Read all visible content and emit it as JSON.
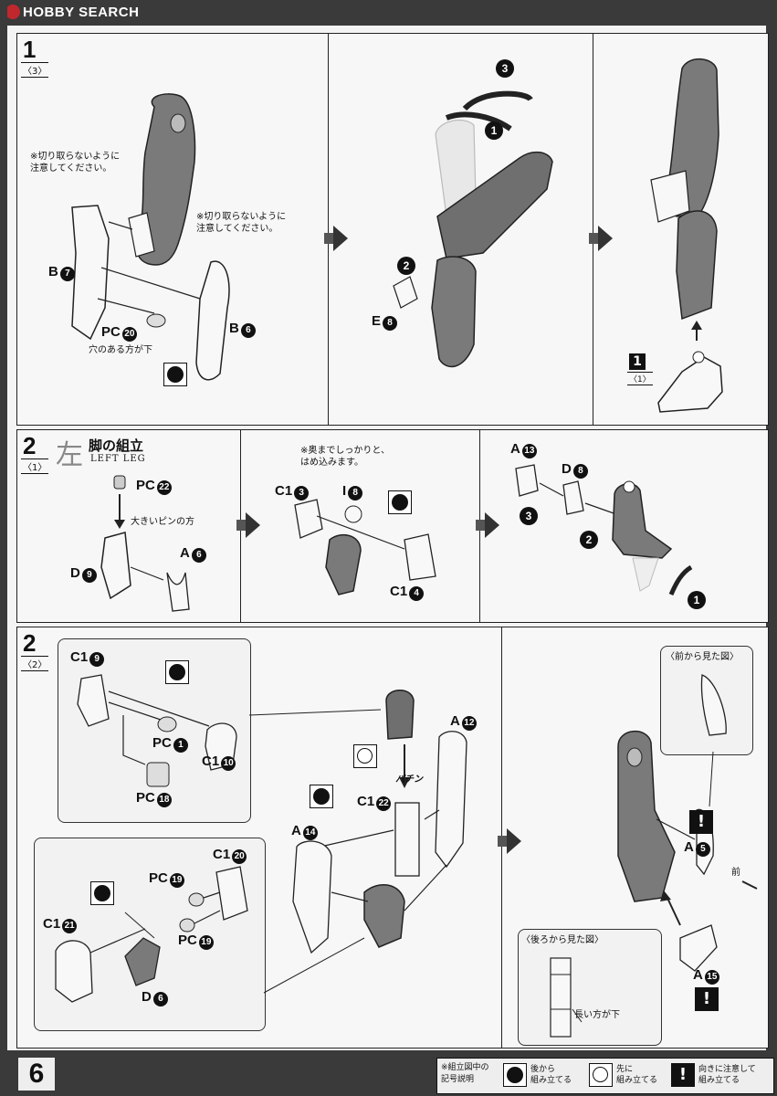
{
  "header": {
    "brand": "HOBBY SEARCH"
  },
  "page_number": "6",
  "steps": {
    "s1": {
      "number": "1",
      "sub": "〈3〉",
      "note_a": "※切り取らないように\n注意してください。",
      "note_b": "※切り取らないように\n注意してください。",
      "parts": {
        "b7": "B",
        "b6": "B",
        "pc20": "PC",
        "e8": "E"
      },
      "part_nums": {
        "b7": "7",
        "b6": "6",
        "pc20": "20",
        "e8": "8"
      },
      "hole_note": "穴のある方が下",
      "seq": [
        "3",
        "1",
        "2"
      ],
      "ref_step": "1",
      "ref_sub": "〈1〉"
    },
    "s2a": {
      "number": "2",
      "sub": "〈1〉",
      "kanji": "左",
      "title": "脚の組立",
      "subtitle": "LEFT LEG",
      "pin_note": "大きいピンの方",
      "press_note": "※奥までしっかりと、\nはめ込みます。",
      "parts": {
        "pc22": "PC",
        "d9": "D",
        "a6": "A",
        "c13": "C1",
        "i8": "I",
        "c14": "C1",
        "a13": "A",
        "d8": "D"
      },
      "part_nums": {
        "pc22": "22",
        "d9": "9",
        "a6": "6",
        "c13": "3",
        "i8": "8",
        "c14": "4",
        "a13": "13",
        "d8": "8"
      },
      "seq": [
        "3",
        "2",
        "1"
      ]
    },
    "s2b": {
      "number": "2",
      "sub": "〈2〉",
      "parts": {
        "c19": "C1",
        "pc1": "PC",
        "c110": "C1",
        "pc18": "PC",
        "a12": "A",
        "a14": "A",
        "c122": "C1",
        "c120": "C1",
        "pc19a": "PC",
        "pc19b": "PC",
        "c121": "C1",
        "d6": "D",
        "a5": "A",
        "a15": "A"
      },
      "part_nums": {
        "c19": "9",
        "pc1": "1",
        "c110": "10",
        "pc18": "18",
        "a12": "12",
        "a14": "14",
        "c122": "22",
        "c120": "20",
        "pc19a": "19",
        "pc19b": "19",
        "c121": "21",
        "d6": "6",
        "a5": "5",
        "a15": "15"
      },
      "click": "パチン",
      "front_view": "〈前から見た図〉",
      "back_view": "〈後ろから見た図〉",
      "long_down": "長い方が下",
      "front": "前"
    }
  },
  "legend": {
    "caption": "※組立図中の\n記号説明",
    "item1": "後から\n組み立てる",
    "item2": "先に\n組み立てる",
    "item3": "向きに注意して\n組み立てる",
    "excl": "!"
  }
}
